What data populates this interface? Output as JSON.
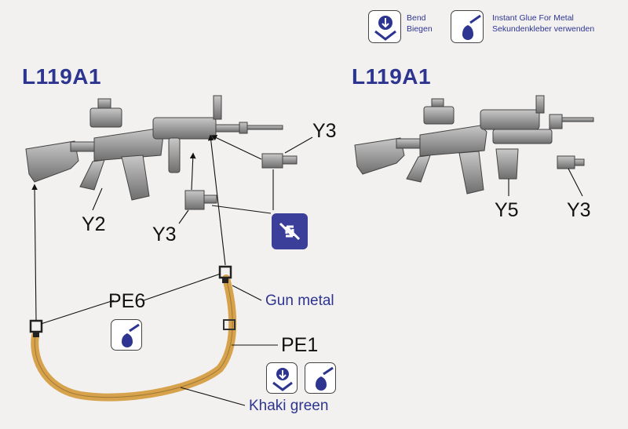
{
  "legend": {
    "bend": {
      "label_en": "Bend",
      "label_de": "Biegen",
      "icon": "bend-icon"
    },
    "glue": {
      "label_en": "Instant Glue For Metal",
      "label_de": "Sekundenkleber verwenden",
      "icon": "glue-icon"
    }
  },
  "left_diagram": {
    "title": "L119A1",
    "parts": {
      "y2": "Y2",
      "y3_upper": "Y3",
      "y3_lower": "Y3",
      "pe6": "PE6",
      "pe1": "PE1"
    },
    "colors": {
      "gun_metal": "Gun metal",
      "khaki_green": "Khaki green"
    }
  },
  "right_diagram": {
    "title": "L119A1",
    "parts": {
      "y5": "Y5",
      "y3": "Y3"
    }
  },
  "palette": {
    "accent": "#2e3590",
    "khaki": "#d7a24c",
    "gun_grey": "#9a9a9a"
  }
}
